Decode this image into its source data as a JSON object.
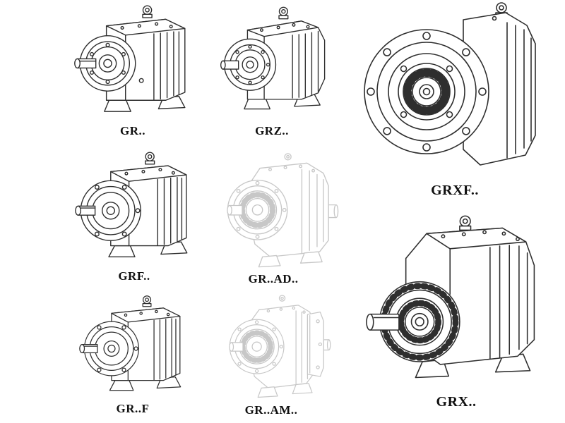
{
  "page": {
    "background": "#ffffff"
  },
  "colors": {
    "line": "#2e2e2e",
    "faded_line": "#c7c7c7"
  },
  "figures": {
    "gr": {
      "label": "GR.."
    },
    "grz": {
      "label": "GRZ.."
    },
    "grxf": {
      "label": "GRXF.."
    },
    "grf": {
      "label": "GRF.."
    },
    "gr_ad": {
      "label": "GR..AD.."
    },
    "grx": {
      "label": "GRX.."
    },
    "gr_f": {
      "label": "GR..F"
    },
    "gr_am": {
      "label": "GR..AM.."
    }
  }
}
